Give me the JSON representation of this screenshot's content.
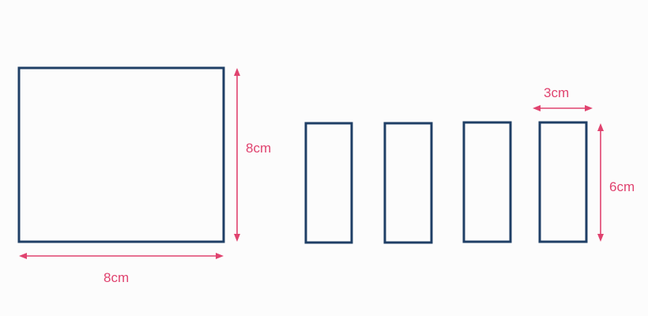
{
  "colors": {
    "shape_stroke": "#1f3f66",
    "dimension": "#e0436f"
  },
  "square": {
    "width_label": "8cm",
    "height_label": "8cm"
  },
  "small_rectangles": {
    "count": 4,
    "width_label": "3cm",
    "height_label": "6cm"
  }
}
